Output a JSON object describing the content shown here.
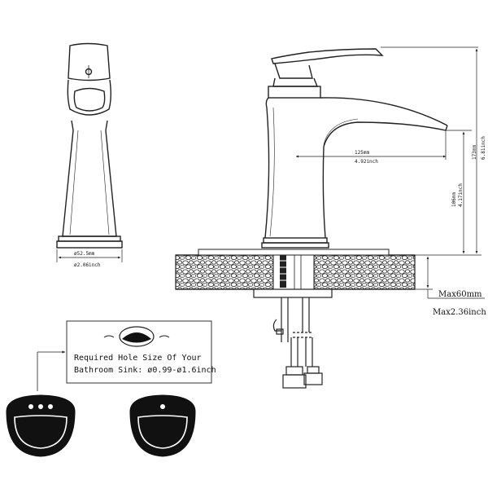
{
  "dimensions": {
    "base_diameter_mm": "ø52.5mm",
    "base_diameter_inch": "ø2.06inch",
    "spout_reach_mm": "125mm",
    "spout_reach_inch": "4.92inch",
    "spout_height_mm": "106mm",
    "spout_height_inch": "4.17inch",
    "total_height_mm": "173mm",
    "total_height_inch": "6.81inch",
    "deck_thickness_mm": "Max60mm",
    "deck_thickness_inch": "Max2.36inch"
  },
  "hole_note": {
    "line1": "Required Hole Size Of Your",
    "line2": "Bathroom Sink: ø0.99-ø1.6inch"
  }
}
